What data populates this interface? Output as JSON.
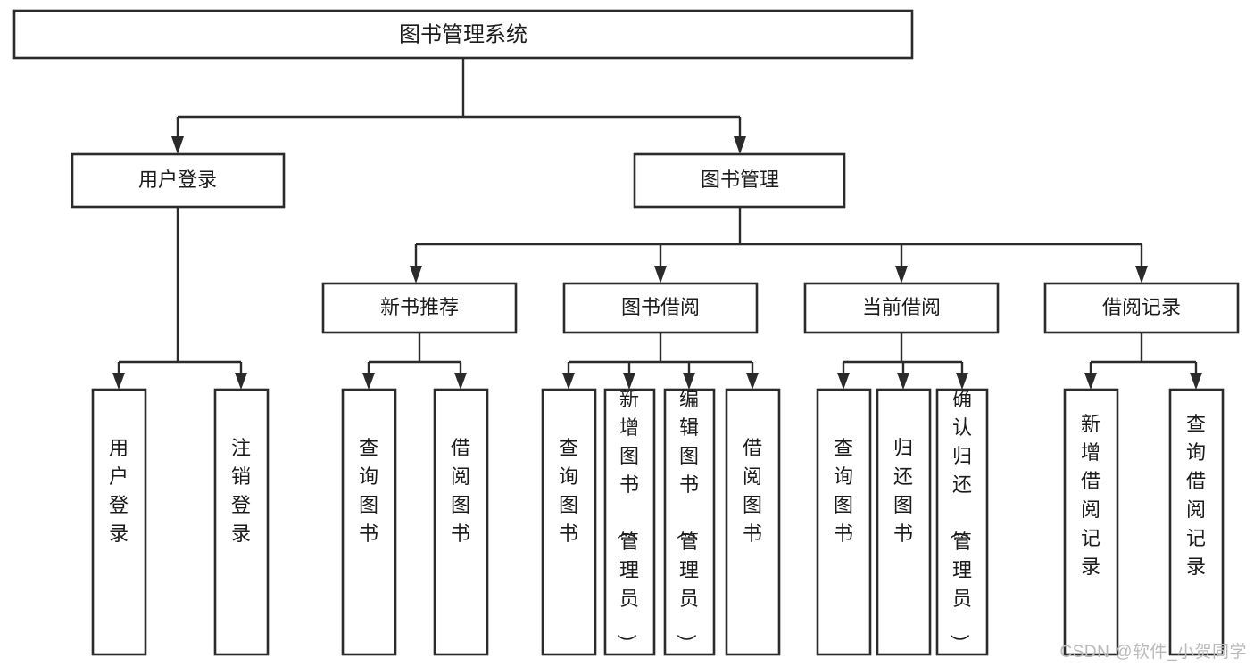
{
  "diagram": {
    "type": "tree",
    "title": "图书管理系统",
    "watermark": "CSDN @软件_小贺同学",
    "colors": {
      "background": "#ffffff",
      "box_stroke": "#2b2b2b",
      "box_fill": "#ffffff",
      "text": "#1b1b1b",
      "watermark": "#b9b9b9"
    },
    "levels": [
      {
        "level": 1,
        "nodes": [
          {
            "id": "root",
            "label": "图书管理系统",
            "orientation": "horizontal"
          }
        ]
      },
      {
        "level": 2,
        "nodes": [
          {
            "id": "login",
            "label": "用户登录",
            "orientation": "horizontal",
            "parent": "root"
          },
          {
            "id": "bookmgmt",
            "label": "图书管理",
            "orientation": "horizontal",
            "parent": "root"
          }
        ]
      },
      {
        "level": 3,
        "nodes": [
          {
            "id": "newbook",
            "label": "新书推荐",
            "orientation": "horizontal",
            "parent": "bookmgmt"
          },
          {
            "id": "borrow",
            "label": "图书借阅",
            "orientation": "horizontal",
            "parent": "bookmgmt"
          },
          {
            "id": "current",
            "label": "当前借阅",
            "orientation": "horizontal",
            "parent": "bookmgmt"
          },
          {
            "id": "records",
            "label": "借阅记录",
            "orientation": "horizontal",
            "parent": "bookmgmt"
          }
        ]
      },
      {
        "level": 4,
        "nodes": [
          {
            "id": "leaf1",
            "label": "用户登录",
            "orientation": "vertical",
            "parent": "login"
          },
          {
            "id": "leaf2",
            "label": "注销登录",
            "orientation": "vertical",
            "parent": "login"
          },
          {
            "id": "leaf3",
            "label": "查询图书",
            "orientation": "vertical",
            "parent": "newbook"
          },
          {
            "id": "leaf4",
            "label": "借阅图书",
            "orientation": "vertical",
            "parent": "newbook"
          },
          {
            "id": "leaf5",
            "label": "查询图书",
            "orientation": "vertical",
            "parent": "borrow"
          },
          {
            "id": "leaf6",
            "label": "新增图书（管理员）",
            "orientation": "vertical",
            "parent": "borrow"
          },
          {
            "id": "leaf7",
            "label": "编辑图书（管理员）",
            "orientation": "vertical",
            "parent": "borrow"
          },
          {
            "id": "leaf8",
            "label": "借阅图书",
            "orientation": "vertical",
            "parent": "borrow"
          },
          {
            "id": "leaf9",
            "label": "查询图书",
            "orientation": "vertical",
            "parent": "current"
          },
          {
            "id": "leaf10",
            "label": "归还图书",
            "orientation": "vertical",
            "parent": "current"
          },
          {
            "id": "leaf11",
            "label": "确认归还（管理员）",
            "orientation": "vertical",
            "parent": "current"
          },
          {
            "id": "leaf12",
            "label": "新增借阅记录",
            "orientation": "vertical",
            "parent": "records"
          },
          {
            "id": "leaf13",
            "label": "查询借阅记录",
            "orientation": "vertical",
            "parent": "records"
          }
        ]
      }
    ]
  }
}
